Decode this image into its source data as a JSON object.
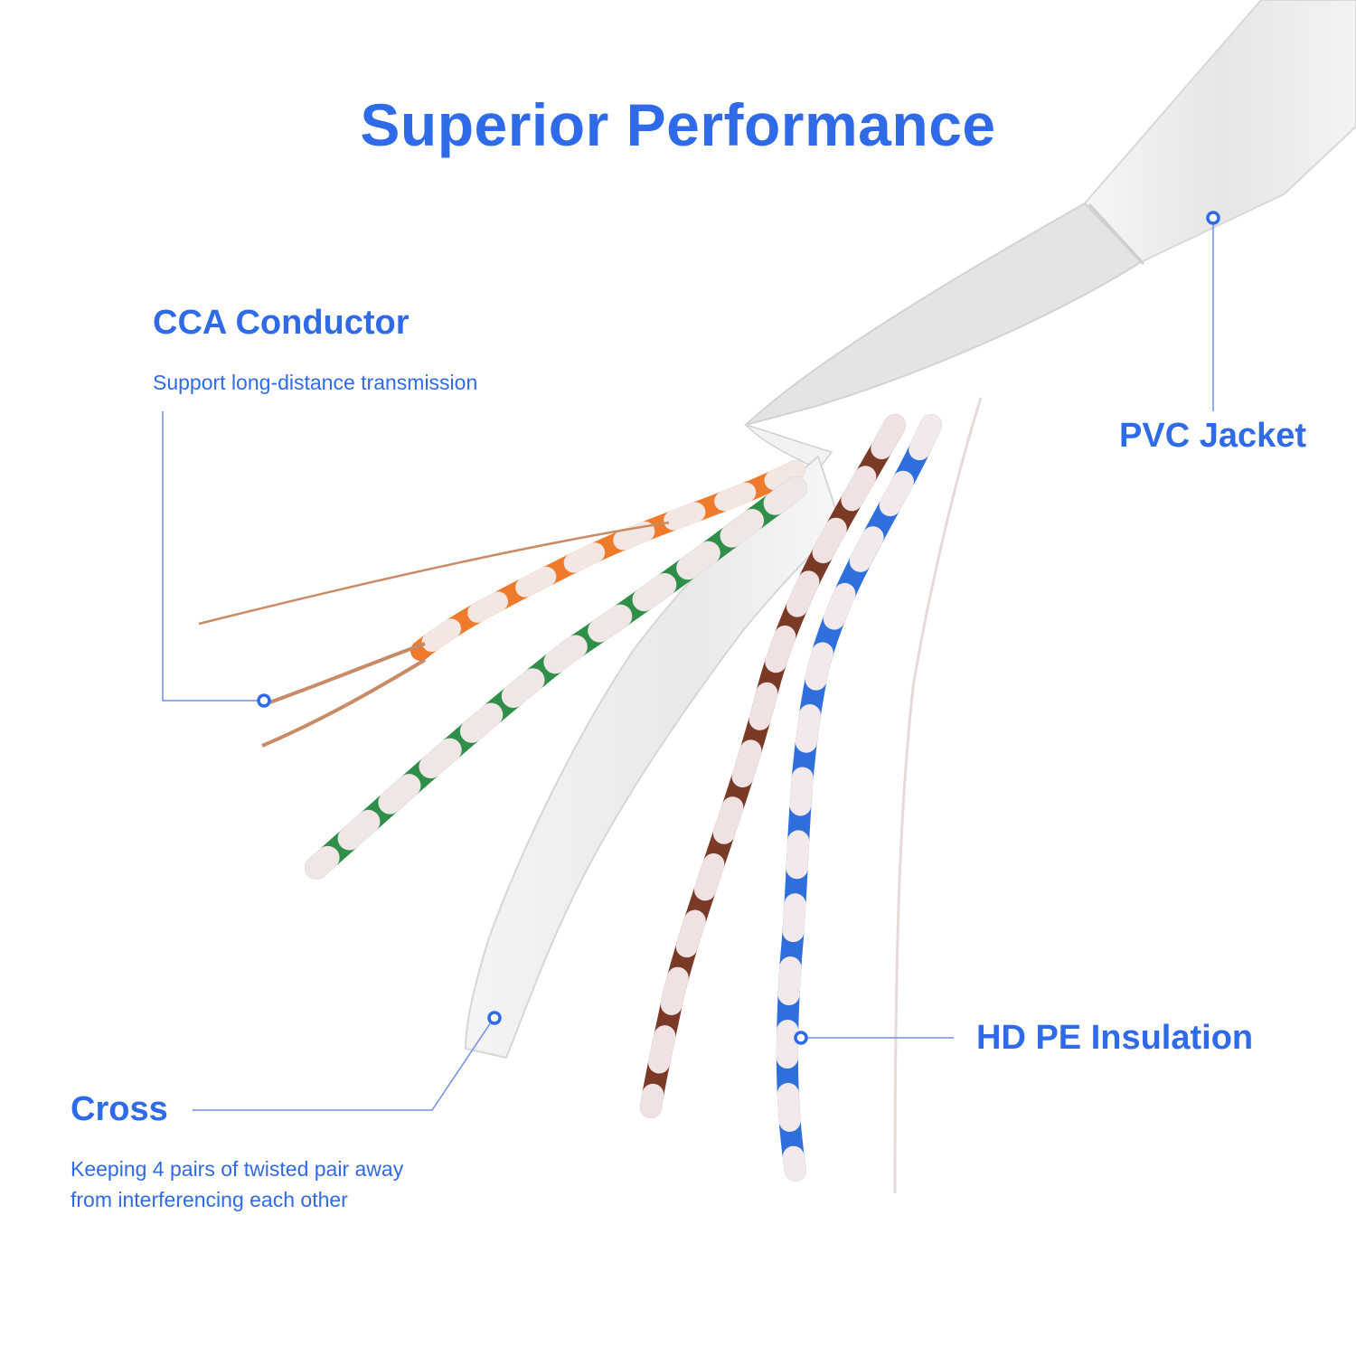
{
  "title": "Superior Performance",
  "colors": {
    "accent": "#2f6ae8",
    "leader_line": "#6f8fe8",
    "jacket": "#ececec",
    "orange_pair": "#f07a2c",
    "green_pair": "#2f8f48",
    "brown_pair": "#7a3a26",
    "blue_pair": "#2e6fdc",
    "copper": "#c98a66"
  },
  "callouts": {
    "cca_conductor": {
      "label": "CCA Conductor",
      "description": "Support long-distance transmission"
    },
    "pvc_jacket": {
      "label": "PVC Jacket"
    },
    "cross": {
      "label": "Cross",
      "description_lines": [
        "Keeping 4 pairs of twisted pair away",
        "from interferencing each other"
      ]
    },
    "hd_pe_insulation": {
      "label": "HD PE Insulation"
    }
  }
}
